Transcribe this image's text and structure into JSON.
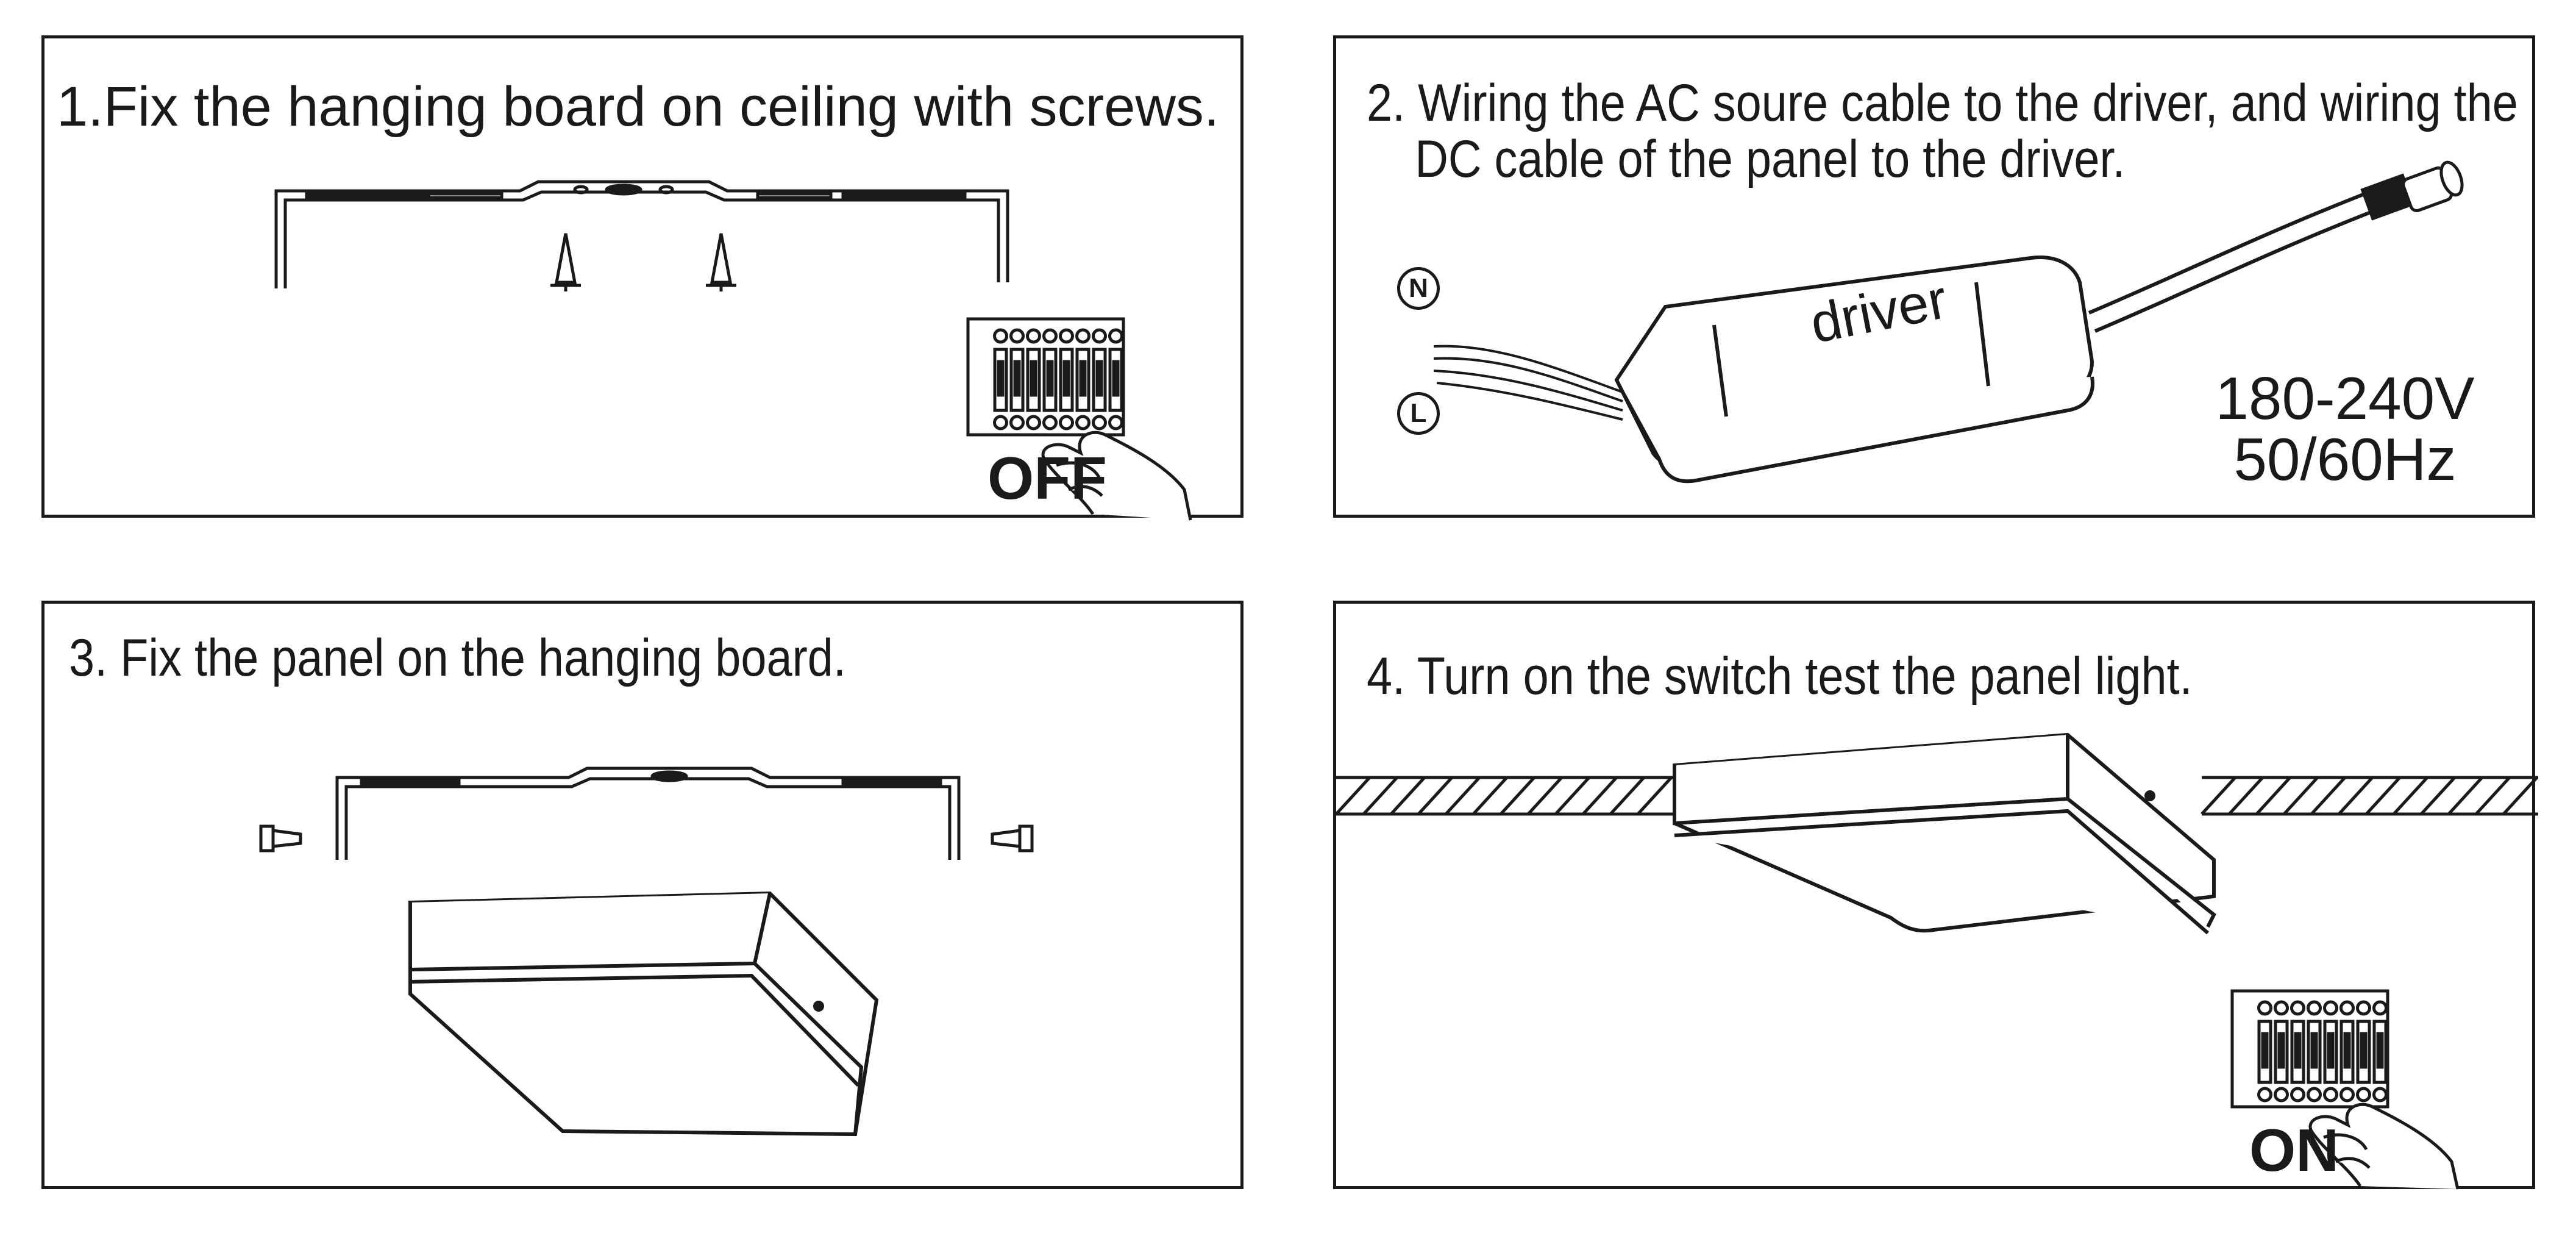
{
  "steps": {
    "step1": "1.Fix the hanging board on ceiling with screws.",
    "step2_line1": "2. Wiring the AC soure cable to the driver, and wiring the",
    "step2_line2": "DC cable of the panel to the driver.",
    "step3": "3. Fix the panel on the hanging board.",
    "step4": "4. Turn on the switch test the panel light."
  },
  "labels": {
    "off": "OFF",
    "on": "ON",
    "driver": "driver",
    "neutral": "N",
    "live": "L",
    "voltage": "180-240V",
    "frequency": "50/60Hz"
  },
  "colors": {
    "line": "#1a1a1a",
    "background": "#ffffff"
  },
  "icons": [
    "hanging-board",
    "screw-icon",
    "breaker-switch-icon",
    "hand-icon",
    "driver-box",
    "dc-connector-icon",
    "panel-light",
    "ceiling-hatch"
  ]
}
